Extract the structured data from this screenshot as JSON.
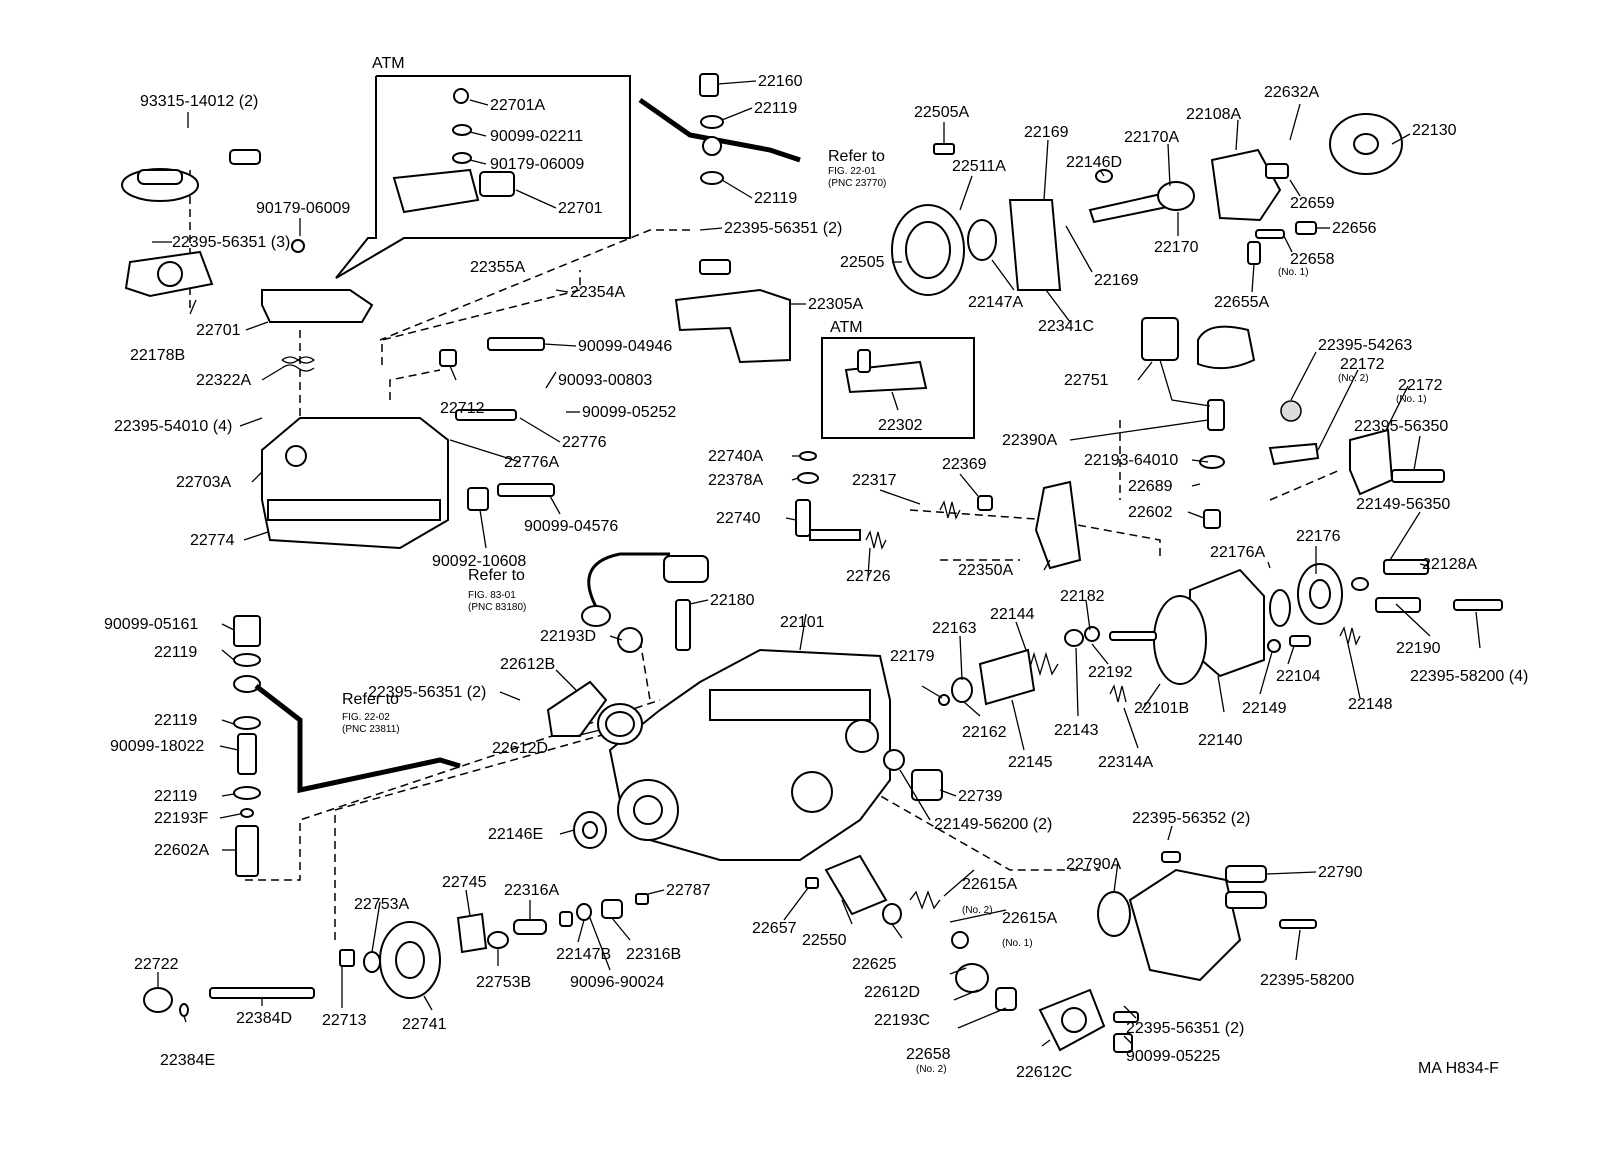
{
  "diagram": {
    "code": "MA  H834-F",
    "boxes": [
      {
        "key": "atm1",
        "label": "ATM"
      },
      {
        "key": "atm2",
        "label": "ATM"
      }
    ],
    "refs": [
      {
        "key": "ref1",
        "title": "Refer to",
        "fig": "FIG. 22-01",
        "pnc": "(PNC 23770)"
      },
      {
        "key": "ref2",
        "title": "Refer to",
        "fig": "FIG. 83-01",
        "pnc": "(PNC 83180)"
      },
      {
        "key": "ref3",
        "title": "Refer to",
        "fig": "FIG. 22-02",
        "pnc": "(PNC 23811)"
      }
    ],
    "labels": [
      {
        "text": "93315-14012 (2)"
      },
      {
        "text": "22395-56351 (3)"
      },
      {
        "text": "22178B"
      },
      {
        "text": "90179-06009"
      },
      {
        "text": "22701"
      },
      {
        "text": "22322A"
      },
      {
        "text": "22395-54010 (4)"
      },
      {
        "text": "22703A"
      },
      {
        "text": "22774"
      },
      {
        "text": "22701A"
      },
      {
        "text": "90099-02211"
      },
      {
        "text": "90179-06009"
      },
      {
        "text": "22701"
      },
      {
        "text": "22355A"
      },
      {
        "text": "22354A"
      },
      {
        "text": "90099-04946"
      },
      {
        "text": "22712"
      },
      {
        "text": "90093-00803"
      },
      {
        "text": "90099-05252"
      },
      {
        "text": "22776"
      },
      {
        "text": "22776A"
      },
      {
        "text": "90092-10608"
      },
      {
        "text": "90099-04576"
      },
      {
        "text": "22160"
      },
      {
        "text": "22119"
      },
      {
        "text": "22119"
      },
      {
        "text": "22395-56351 (2)"
      },
      {
        "text": "22305A"
      },
      {
        "text": "22302"
      },
      {
        "text": "22505A"
      },
      {
        "text": "22511A"
      },
      {
        "text": "22505"
      },
      {
        "text": "22147A"
      },
      {
        "text": "22341C"
      },
      {
        "text": "22169"
      },
      {
        "text": "22169"
      },
      {
        "text": "22146D"
      },
      {
        "text": "22170A"
      },
      {
        "text": "22170"
      },
      {
        "text": "22108A"
      },
      {
        "text": "22632A"
      },
      {
        "text": "22130"
      },
      {
        "text": "22659"
      },
      {
        "text": "22656"
      },
      {
        "text": "22658"
      },
      {
        "text": "22655A"
      },
      {
        "text": "22751"
      },
      {
        "text": "22390A"
      },
      {
        "text": "22193-64010"
      },
      {
        "text": "22395-54263"
      },
      {
        "text": "22172"
      },
      {
        "text": "22172"
      },
      {
        "text": "22395-56350"
      },
      {
        "text": "22689"
      },
      {
        "text": "22602"
      },
      {
        "text": "22149-56350"
      },
      {
        "text": "22740A"
      },
      {
        "text": "22378A"
      },
      {
        "text": "22740"
      },
      {
        "text": "22317"
      },
      {
        "text": "22369"
      },
      {
        "text": "22726"
      },
      {
        "text": "22350A"
      },
      {
        "text": "22176A"
      },
      {
        "text": "22176"
      },
      {
        "text": "22128A"
      },
      {
        "text": "22180"
      },
      {
        "text": "22193D"
      },
      {
        "text": "22101"
      },
      {
        "text": "22144"
      },
      {
        "text": "22182"
      },
      {
        "text": "22163"
      },
      {
        "text": "22179"
      },
      {
        "text": "22162"
      },
      {
        "text": "22145"
      },
      {
        "text": "22143"
      },
      {
        "text": "22192"
      },
      {
        "text": "22101B"
      },
      {
        "text": "22140"
      },
      {
        "text": "22314A"
      },
      {
        "text": "22149"
      },
      {
        "text": "22104"
      },
      {
        "text": "22148"
      },
      {
        "text": "22190"
      },
      {
        "text": "22395-58200 (4)"
      },
      {
        "text": "90099-05161"
      },
      {
        "text": "22119"
      },
      {
        "text": "22612B"
      },
      {
        "text": "22395-56351 (2)"
      },
      {
        "text": "22612D"
      },
      {
        "text": "22119"
      },
      {
        "text": "90099-18022"
      },
      {
        "text": "22119"
      },
      {
        "text": "22193F"
      },
      {
        "text": "22602A"
      },
      {
        "text": "22739"
      },
      {
        "text": "22149-56200 (2)"
      },
      {
        "text": "22146E"
      },
      {
        "text": "22395-56352 (2)"
      },
      {
        "text": "22790A"
      },
      {
        "text": "22790"
      },
      {
        "text": "22395-58200"
      },
      {
        "text": "22745"
      },
      {
        "text": "22753A"
      },
      {
        "text": "22316A"
      },
      {
        "text": "22787"
      },
      {
        "text": "22147B"
      },
      {
        "text": "22316B"
      },
      {
        "text": "90096-90024"
      },
      {
        "text": "22753B"
      },
      {
        "text": "22657"
      },
      {
        "text": "22550"
      },
      {
        "text": "22615A"
      },
      {
        "text": "22615A"
      },
      {
        "text": "22625"
      },
      {
        "text": "22612D"
      },
      {
        "text": "22193C"
      },
      {
        "text": "22658"
      },
      {
        "text": "22612C"
      },
      {
        "text": "22395-56351 (2)"
      },
      {
        "text": "90099-05225"
      },
      {
        "text": "22722"
      },
      {
        "text": "22384D"
      },
      {
        "text": "22713"
      },
      {
        "text": "22741"
      },
      {
        "text": "22384E"
      }
    ],
    "notes": [
      {
        "text": "(No. 1)"
      },
      {
        "text": "(No. 2)"
      },
      {
        "text": "(No. 1)"
      },
      {
        "text": "(No. 2)"
      },
      {
        "text": "(No. 1)"
      },
      {
        "text": "(No. 2)"
      }
    ]
  }
}
